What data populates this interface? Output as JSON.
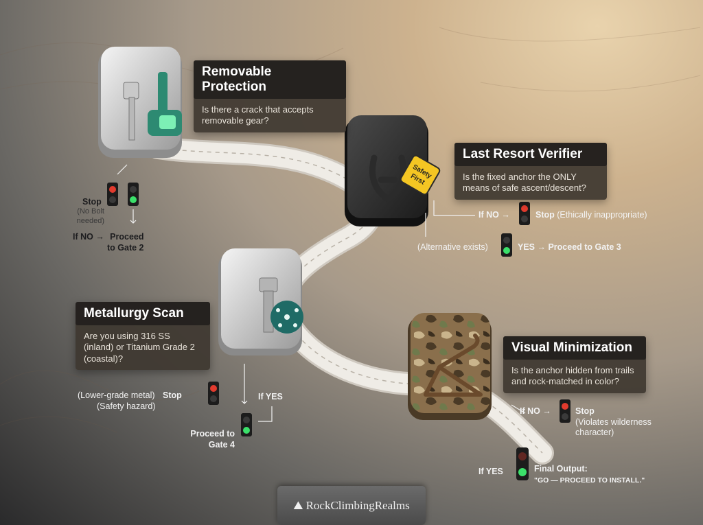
{
  "gates": [
    {
      "title": "Removable Protection",
      "question": "Is there a crack that accepts removable gear?"
    },
    {
      "title": "Last Resort Verifier",
      "question": "Is the fixed anchor the ONLY means of safe ascent/descent?"
    },
    {
      "title": "Metallurgy Scan",
      "question": "Are you using 316 SS (inland) or Titanium Grade 2 (coastal)?"
    },
    {
      "title": "Visual Minimization",
      "question": "Is the anchor hidden from trails and rock-matched in color?"
    }
  ],
  "gate1": {
    "stop": "Stop",
    "stop_note_1": "(No Bolt",
    "stop_note_2": "needed)",
    "if_no": "If NO →",
    "proceed_1": "Proceed",
    "proceed_2": "to Gate 2"
  },
  "gate2": {
    "if_no": "If NO →",
    "stop": "Stop",
    "stop_note": "(Ethically inappropriate)",
    "alt": "(Alternative exists)",
    "yes": "YES → Proceed to Gate 3",
    "badge_1": "Safety",
    "badge_2": "First"
  },
  "gate3": {
    "stop_note_1": "(Lower-grade metal)",
    "stop": "Stop",
    "stop_note_2": "(Safety hazard)",
    "if_yes": "If YES",
    "proceed_1": "Proceed to",
    "proceed_2": "Gate 4"
  },
  "gate4": {
    "if_no": "If NO →",
    "stop": "Stop",
    "stop_note_1": "(Violates wilderness",
    "stop_note_2": "character)",
    "if_yes": "If YES",
    "final_label": "Final Output:",
    "final_value": "\"GO — PROCEED TO INSTALL.\""
  },
  "brand": {
    "name": "RockClimbingRealms",
    "icon": "climber-icon"
  },
  "colors": {
    "red": "#e23b2e",
    "green": "#3be06a",
    "teal": "#1f6b66",
    "badge": "#f4c623"
  }
}
